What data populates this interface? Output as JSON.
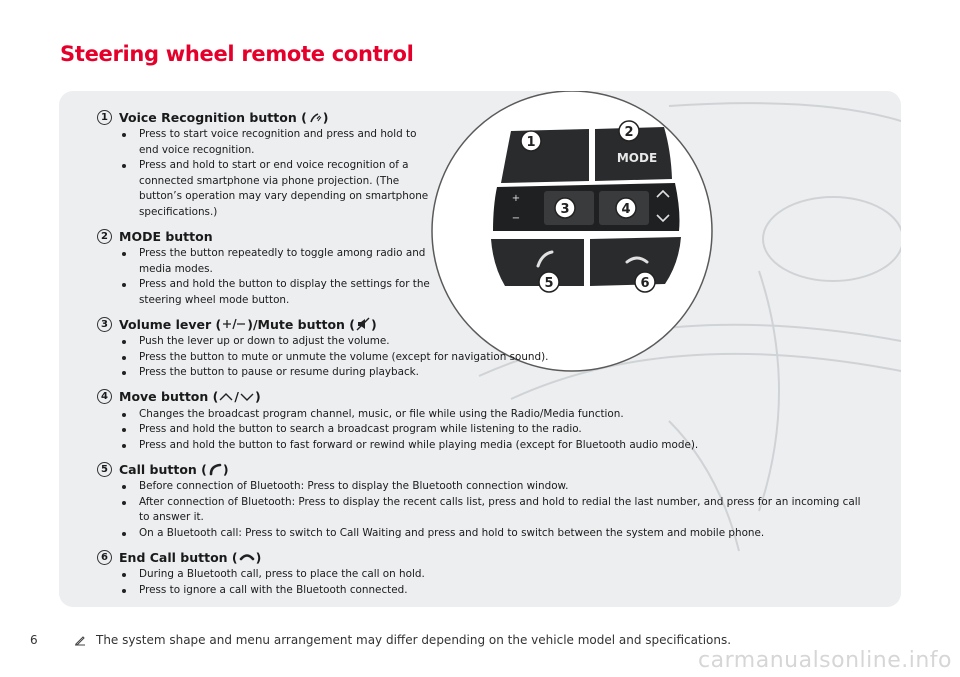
{
  "title": "Steering wheel remote control",
  "sections": [
    {
      "num": "1",
      "heading": "Voice Recognition button (",
      "heading_end": ")",
      "icon": "voice-recognition-icon",
      "bullets": [
        "Press to start voice recognition and press and hold to end voice recognition.",
        "Press and hold to start or end voice recognition of a connected smartphone via phone projection. (The button’s operation may vary depending on smartphone specifications.)"
      ]
    },
    {
      "num": "2",
      "heading": "MODE button",
      "bullets": [
        "Press the button repeatedly to toggle among radio and media modes.",
        "Press and hold the button to display the settings for the steering wheel mode button."
      ]
    },
    {
      "num": "3",
      "heading_a": "Volume lever (",
      "heading_b": ")/Mute button (",
      "heading_end": ")",
      "bullets": [
        "Push the lever up or down to adjust the volume.",
        "Press the button to mute or unmute the volume (except for navigation sound).",
        "Press the button to pause or resume during playback."
      ]
    },
    {
      "num": "4",
      "heading": "Move button (",
      "heading_mid": "/",
      "heading_end": ")",
      "bullets": [
        "Changes the broadcast program channel, music, or file while using the Radio/Media function.",
        "Press and hold the button to search a broadcast program while listening to the radio.",
        "Press and hold the button to fast forward or rewind while playing media (except for Bluetooth audio mode)."
      ]
    },
    {
      "num": "5",
      "heading": "Call button (",
      "heading_end": ")",
      "bullets": [
        "Before connection of Bluetooth: Press to display the Bluetooth connection window.",
        "After connection of Bluetooth: Press to display the recent calls list, press and hold to redial the last number, and press for an incoming call to answer it.",
        "On a Bluetooth call: Press to switch to Call Waiting and press and hold to switch between the system and mobile phone."
      ]
    },
    {
      "num": "6",
      "heading": "End Call button (",
      "heading_end": ")",
      "bullets": [
        "During a Bluetooth call, press to place the call on hold.",
        "Press to ignore a call with the Bluetooth connected."
      ]
    }
  ],
  "illustration": {
    "mode_label": "MODE",
    "callouts": [
      "1",
      "2",
      "3",
      "4",
      "5",
      "6"
    ],
    "plus_label": "+",
    "minus_label": "−"
  },
  "footer": {
    "page_number": "6",
    "note": "The system shape and menu arrangement may differ depending on the vehicle model and specifications."
  },
  "watermark": "carmanualsonline.info"
}
